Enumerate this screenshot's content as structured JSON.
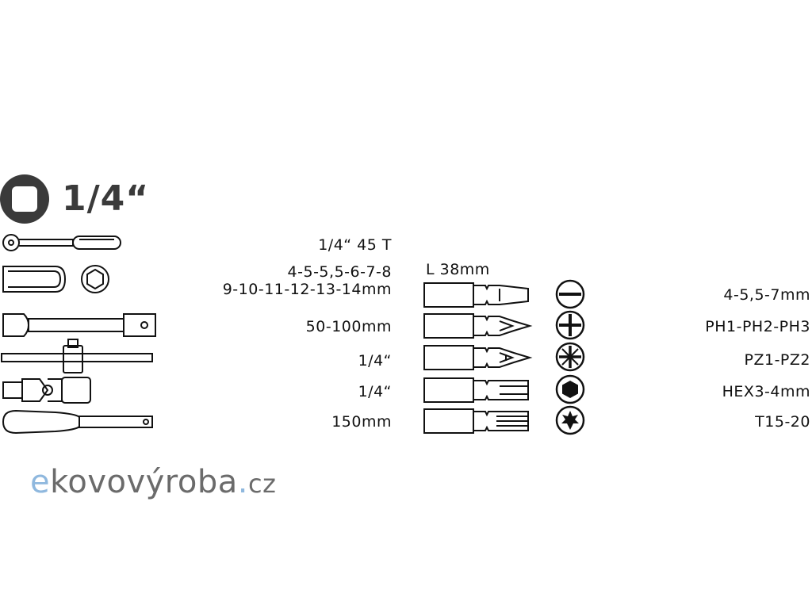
{
  "header": {
    "size_label": "1/4“"
  },
  "tools": [
    {
      "name": "ratchet",
      "spec": "1/4“ 45 T"
    },
    {
      "name": "sockets",
      "spec_line1": "4-5-5,5-6-7-8",
      "spec_line2": "9-10-11-12-13-14mm"
    },
    {
      "name": "extension",
      "spec": "50-100mm"
    },
    {
      "name": "t-handle",
      "spec": "1/4“"
    },
    {
      "name": "universal-joint",
      "spec": "1/4“"
    },
    {
      "name": "screwdriver-handle",
      "spec": "150mm"
    }
  ],
  "bits": {
    "length_label": "L 38mm",
    "items": [
      {
        "type": "slotted",
        "spec": "4-5,5-7mm"
      },
      {
        "type": "phillips",
        "spec": "PH1-PH2-PH3"
      },
      {
        "type": "pozidriv",
        "spec": "PZ1-PZ2"
      },
      {
        "type": "hex",
        "spec": "HEX3-4mm"
      },
      {
        "type": "torx",
        "spec": "T15-20"
      }
    ]
  },
  "logo": {
    "part_e": "e",
    "part_mid": "kovovýroba",
    "part_dot": ".",
    "part_cz": "cz"
  }
}
